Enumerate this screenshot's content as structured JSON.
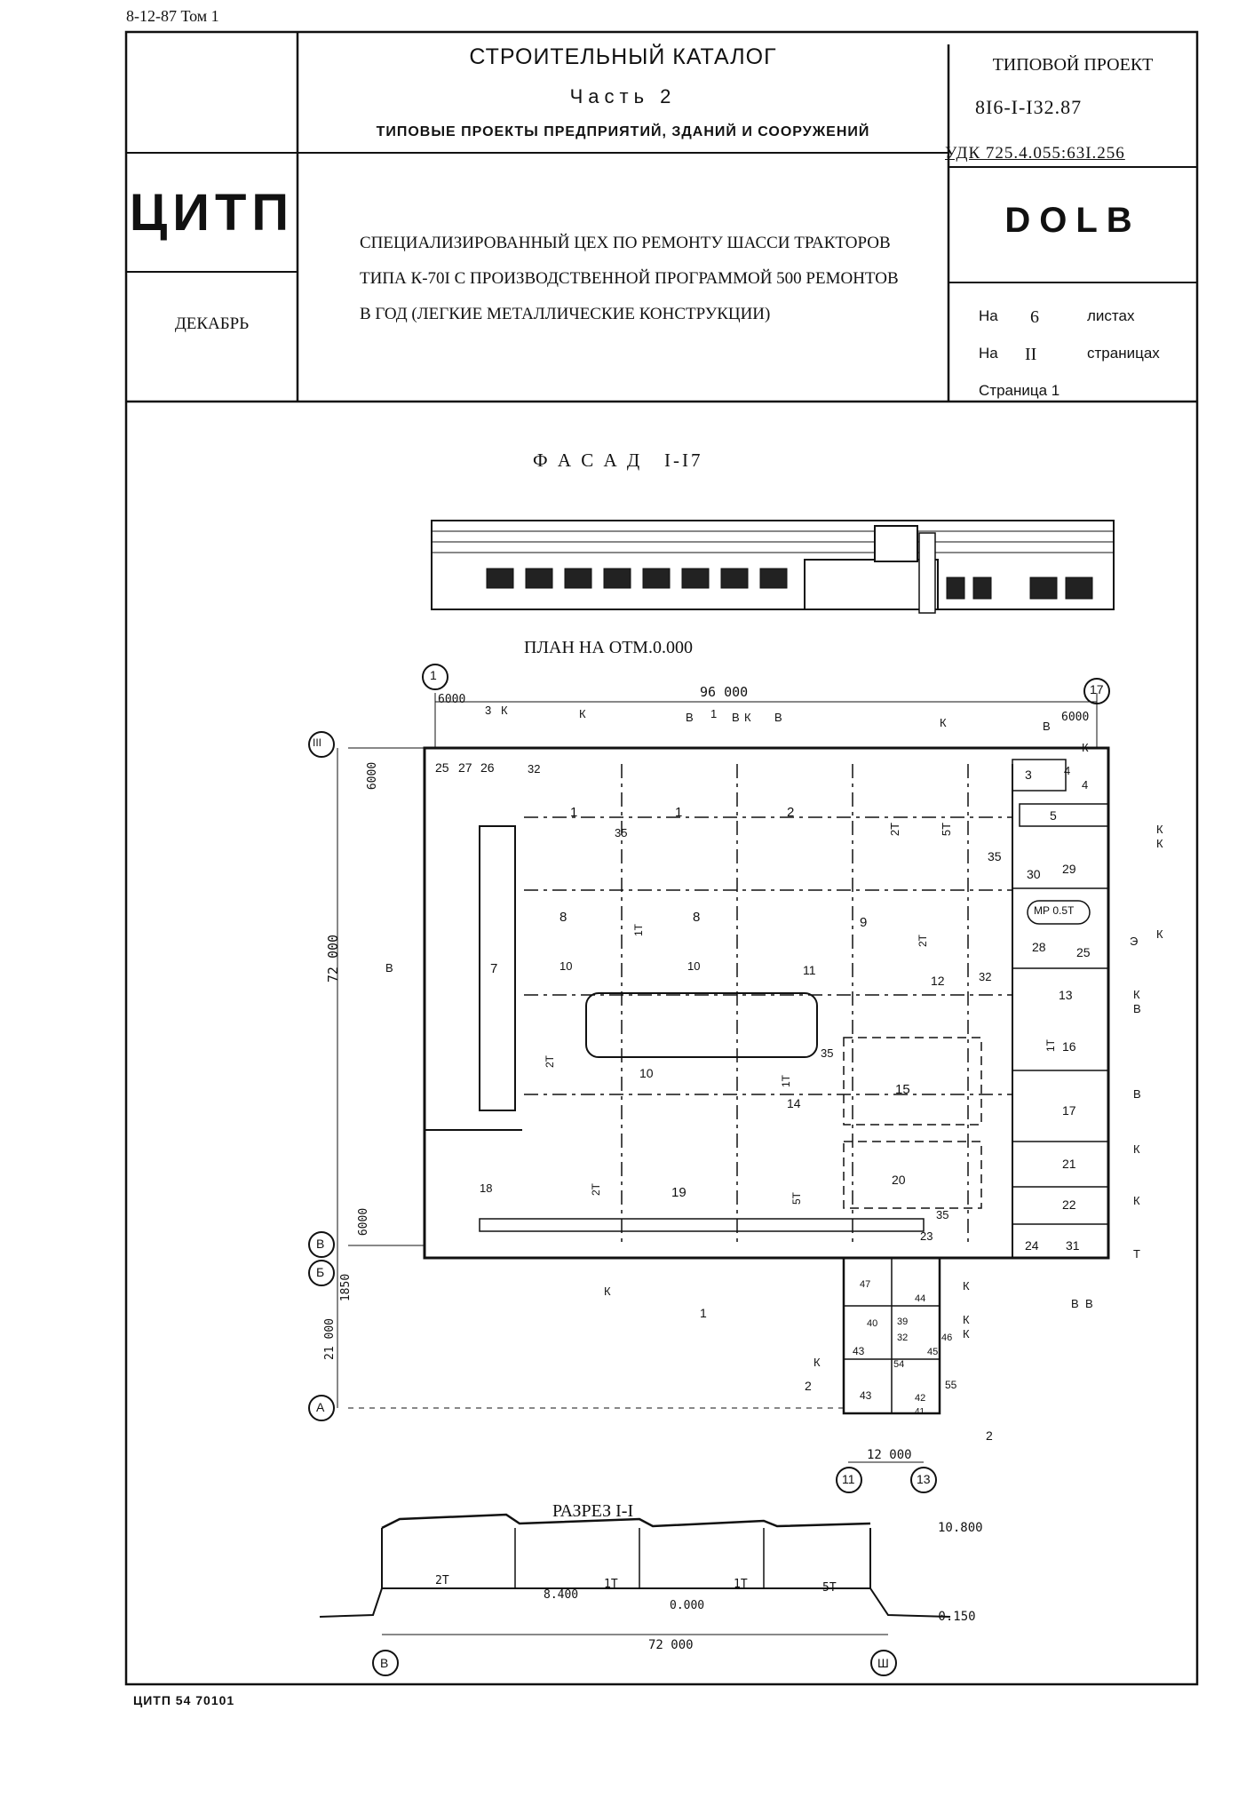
{
  "corner_note": "8-12-87 Том 1",
  "header": {
    "catalog_title": "СТРОИТЕЛЬНЫЙ КАТАЛОГ",
    "part": "Часть 2",
    "subtitle": "ТИПОВЫЕ ПРОЕКТЫ ПРЕДПРИЯТИЙ, ЗДАНИЙ И СООРУЖЕНИЙ",
    "org": "ЦИТП",
    "month": "ДЕКАБРЬ",
    "project_label": "ТИПОВОЙ ПРОЕКТ",
    "project_number": "8I6-I-I32.87",
    "udk": "УДК 725.4.055:63I.256",
    "code": "DOLB",
    "description_lines": [
      "СПЕЦИАЛИЗИРОВАННЫЙ ЦЕХ ПО РЕМОНТУ ШАССИ ТРАКТОРОВ",
      "ТИПА К-70I С ПРОИЗВОДСТВЕННОЙ ПРОГРАММОЙ 500 РЕМОНТОВ",
      "В ГОД (ЛЕГКИЕ МЕТАЛЛИЧЕСКИЕ КОНСТРУКЦИИ)"
    ],
    "sheets": {
      "prefix": "На",
      "count": "6",
      "unit": "листах"
    },
    "pages": {
      "prefix": "На",
      "count": "II",
      "unit": "страницах"
    },
    "page_no": "Страница 1"
  },
  "facade": {
    "title": "Ф А С А Д   I-I7"
  },
  "plan": {
    "title": "ПЛАН НА ОТМ.0.000",
    "axes_top": [
      "1",
      "17"
    ],
    "axes_left": [
      "III",
      "В",
      "Б",
      "А"
    ],
    "axes_bottom": [
      "11",
      "13"
    ],
    "dimensions": [
      "6000",
      "96 000",
      "6000",
      "6000",
      "72 000",
      "6000",
      "1850",
      "21 000",
      "12 000"
    ],
    "arrow_labels": [
      "3",
      "К",
      "К",
      "В",
      "1",
      "В",
      "К",
      "В",
      "К",
      "В",
      "К",
      "К",
      "К",
      "К",
      "Э",
      "К",
      "В",
      "В",
      "К",
      "К",
      "Т",
      "В",
      "В",
      "К",
      "К",
      "К",
      "К",
      "2",
      "2",
      "1",
      "В"
    ],
    "rooms": [
      "25",
      "27",
      "26",
      "32",
      "1",
      "1",
      "2",
      "35",
      "2Т",
      "5Т",
      "3",
      "4",
      "4",
      "5",
      "35",
      "30",
      "29",
      "8",
      "8",
      "9",
      "МР 0.5Т",
      "1Т",
      "2Т",
      "28",
      "25",
      "7",
      "10",
      "10",
      "11",
      "12",
      "32",
      "13",
      "16",
      "1Т",
      "2Т",
      "10",
      "35",
      "1Т",
      "14",
      "15",
      "17",
      "21",
      "18",
      "2Т",
      "19",
      "5Т",
      "20",
      "22",
      "35",
      "23",
      "24",
      "31",
      "47",
      "44",
      "40",
      "39",
      "32",
      "46",
      "45",
      "43",
      "54",
      "43",
      "55",
      "42",
      "41"
    ]
  },
  "section": {
    "title": "РАЗРЕЗ I-I",
    "labels": [
      "10.800",
      "2Т",
      "8.400",
      "1Т",
      "1Т",
      "5Т",
      "0.000",
      "-0.150",
      "72 000"
    ],
    "axes": [
      "В",
      "Ш"
    ]
  },
  "footer": "ЦИТП 54 70101"
}
